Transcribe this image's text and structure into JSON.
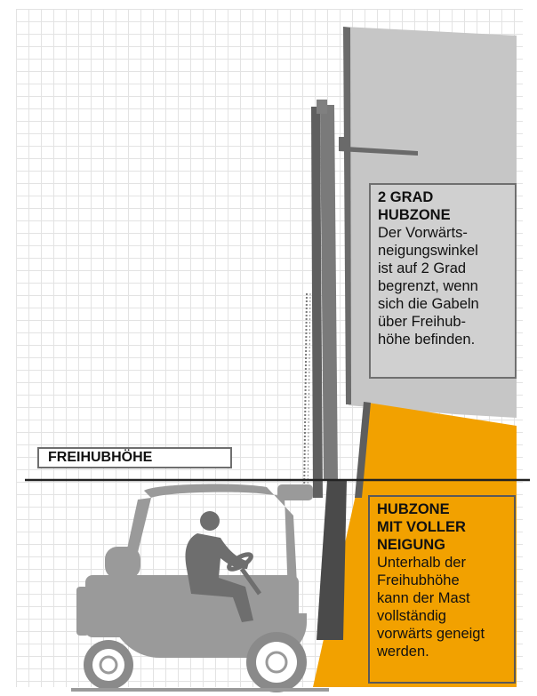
{
  "labels": {
    "free_lift_height": "FREIHUBHÖHE"
  },
  "callouts": {
    "two_degree": {
      "heading": "2 GRAD\nHUBZONE",
      "body": "Der Vorwärts-\nneigungswinkel\nist auf 2 Grad\nbegrenzt, wenn\nsich die Gabeln\nüber Freihub-\nhöhe befinden."
    },
    "full_tilt": {
      "heading": "HUBZONE\nMIT VOLLER\nNEIGUNG",
      "body": "Unterhalb der\nFreihubhöhe\nkann der Mast\nvollständig\nvorwärts geneigt\nwerden."
    }
  },
  "colors": {
    "upper_zone": "#c6c6c6",
    "lower_zone": "#f2a100",
    "forklift": "#9a9a9a",
    "mast": "#6e6e6e",
    "line": "#222222"
  }
}
